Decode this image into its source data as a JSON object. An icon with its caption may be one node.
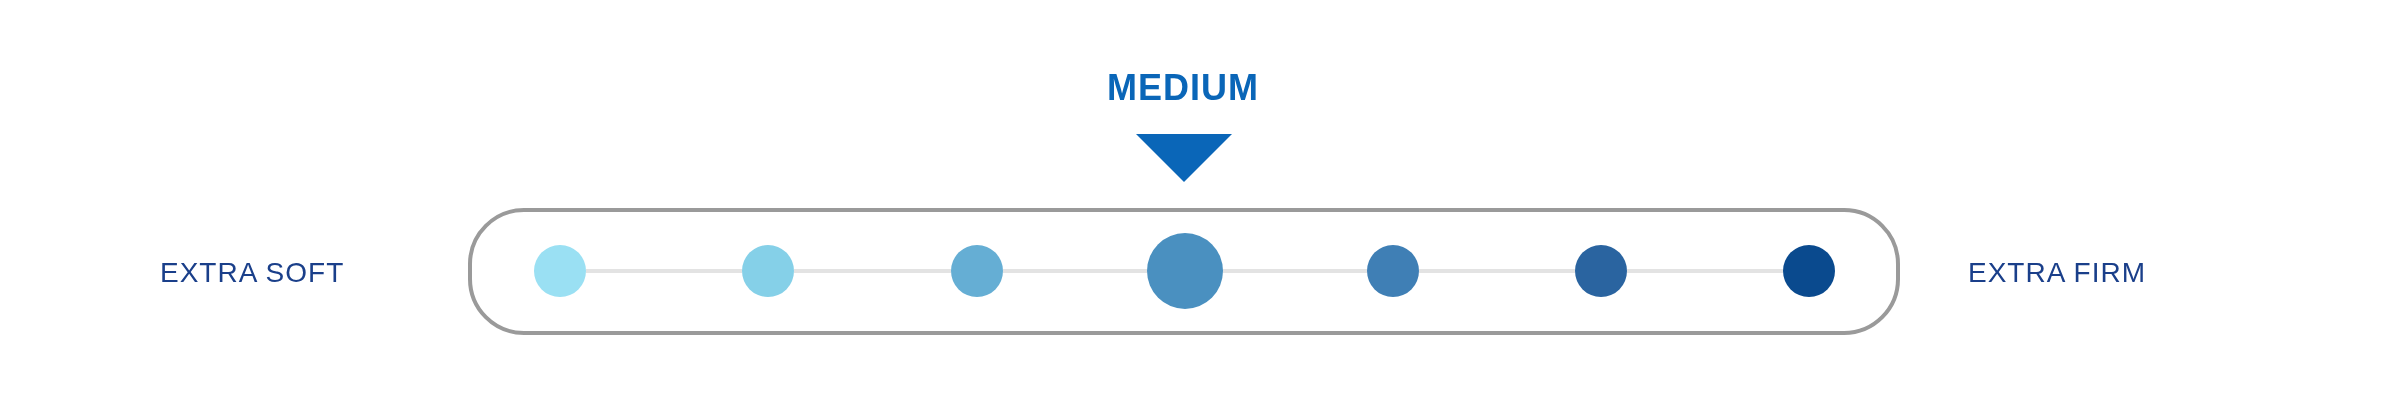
{
  "diagram": {
    "nodes": [
      {
        "text": [],
        "shape": "box"
      },
      {
        "text": [],
        "shape": "circle",
        "in": 0
      },
      {
        "text": [],
        "shape": "circle",
        "in": 0
      },
      {
        "text": [],
        "shape": "circle",
        "in": 0
      },
      {
        "text": [],
        "shape": "circle",
        "in": 0
      },
      {
        "text": [],
        "shape": "circle",
        "in": 0
      },
      {
        "text": [],
        "shape": "circle",
        "in": 0
      },
      {
        "text": [],
        "shape": "circle",
        "in": 0
      },
      {
        "text": [],
        "shape": "triangle"
      }
    ],
    "edges": [
      {
        "from": 1,
        "to": 2,
        "arrow": "none"
      },
      {
        "from": 2,
        "to": 3,
        "arrow": "none"
      },
      {
        "from": 3,
        "to": 4,
        "arrow": "none"
      },
      {
        "from": 4,
        "to": 5,
        "arrow": "none"
      },
      {
        "from": 5,
        "to": 6,
        "arrow": "none"
      },
      {
        "from": 6,
        "to": 7,
        "arrow": "none"
      }
    ],
    "labels": [
      "MEDIUM",
      "EXTRA SOFT",
      "EXTRA FIRM"
    ]
  }
}
